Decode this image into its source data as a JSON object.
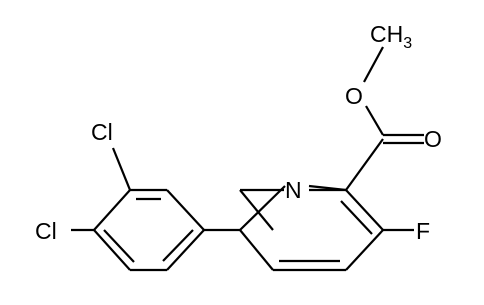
{
  "molecule": {
    "atom_labels": {
      "methyl": "CH3",
      "ester_oxygen": "O",
      "carbonyl_oxygen": "O",
      "ring_nitrogen": "N",
      "fluorine": "F",
      "chlorine_upper": "Cl",
      "chlorine_lower": "Cl"
    }
  }
}
